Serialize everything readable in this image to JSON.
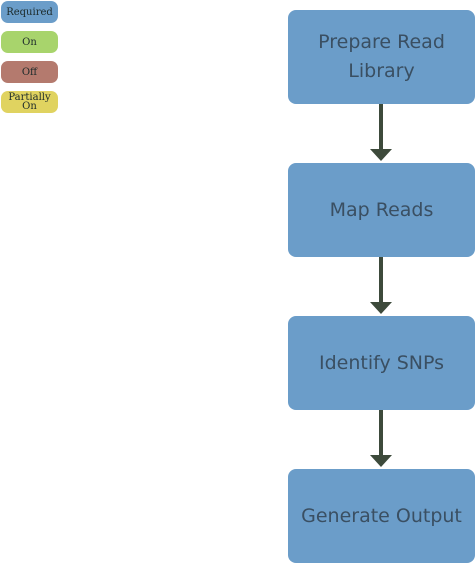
{
  "legend": {
    "items": [
      {
        "label": "Required",
        "color": "#6b9dc9"
      },
      {
        "label": "On",
        "color": "#a8d46c"
      },
      {
        "label": "Off",
        "color": "#b47a6e"
      },
      {
        "label": "Partially\nOn",
        "color": "#e0d360"
      }
    ]
  },
  "workflow": {
    "steps": [
      {
        "label": "Prepare Read\nLibrary",
        "status": "Required"
      },
      {
        "label": "Map Reads",
        "status": "Required"
      },
      {
        "label": "Identify SNPs",
        "status": "Required"
      },
      {
        "label": "Generate Output",
        "status": "Required"
      }
    ],
    "step_color": "#6b9dc9",
    "arrow_color": "#3d4a3b"
  }
}
